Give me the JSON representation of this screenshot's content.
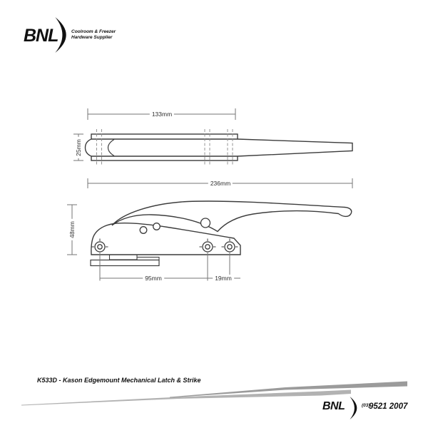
{
  "header": {
    "logo_text": "BNL",
    "tagline_line1": "Coolroom & Freezer",
    "tagline_line2": "Hardware Supplier"
  },
  "product": {
    "code": "K533D",
    "title": "K533D - Kason Edgemount Mechanical Latch & Strike"
  },
  "drawing": {
    "top_view": {
      "width_label": "133mm",
      "height_label": "25mm",
      "overall_length_label": "236mm"
    },
    "side_view": {
      "height_label": "48mm",
      "hole_spacing_label": "95mm",
      "hole_offset_label": "19mm"
    }
  },
  "footer": {
    "logo_text": "BNL",
    "area_code": "(03)",
    "phone": "9521 2007"
  },
  "colors": {
    "outline": "#3c3c3c",
    "dimension_line": "#757575",
    "centerline": "#8a8a8a",
    "stripe_dark": "#9b9b9b",
    "stripe_light": "#b2b2b2",
    "text": "#111111"
  }
}
